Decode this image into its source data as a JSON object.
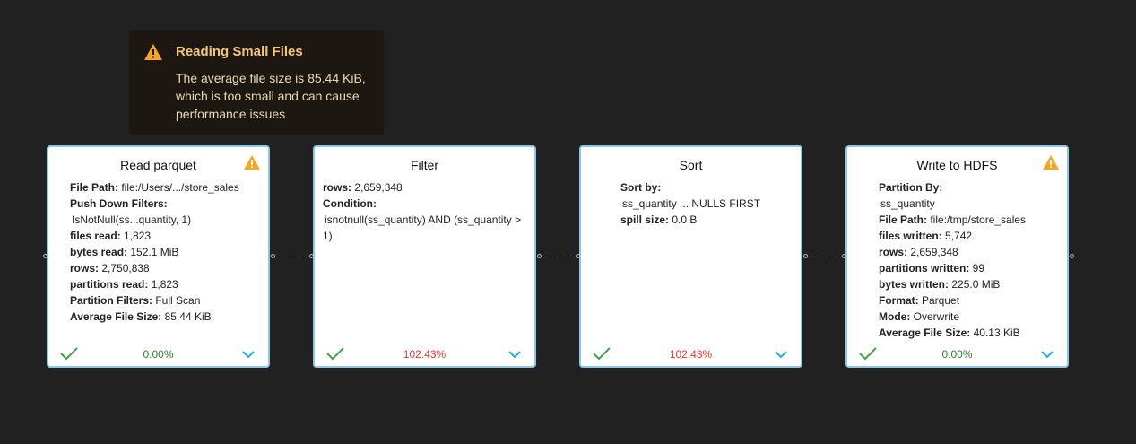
{
  "tooltip": {
    "title": "Reading Small Files",
    "body": "The average file size is 85.44 KiB, which is too small and can cause performance issues"
  },
  "nodes": [
    {
      "title": "Read parquet",
      "warning": true,
      "details": [
        {
          "label": "File Path:",
          "value": " file:/Users/.../store_sales"
        },
        {
          "label": "Push Down Filters:",
          "value": ""
        },
        {
          "label": "",
          "value": "IsNotNull(ss...quantity, 1)"
        },
        {
          "label": "files read:",
          "value": " 1,823"
        },
        {
          "label": "bytes read:",
          "value": " 152.1 MiB"
        },
        {
          "label": "rows:",
          "value": " 2,750,838"
        },
        {
          "label": "partitions read:",
          "value": " 1,823"
        },
        {
          "label": "Partition Filters:",
          "value": " Full Scan"
        },
        {
          "label": "Average File Size:",
          "value": " 85.44 KiB"
        }
      ],
      "percent": "0.00%",
      "status": "ok"
    },
    {
      "title": "Filter",
      "warning": false,
      "details": [
        {
          "label": "rows:",
          "value": " 2,659,348"
        },
        {
          "label": "Condition:",
          "value": ""
        },
        {
          "label": "",
          "value": "isnotnull(ss_quantity) AND (ss_quantity > 1)",
          "wrap": true
        }
      ],
      "percent": "102.43%",
      "status": "bad"
    },
    {
      "title": "Sort",
      "warning": false,
      "details": [
        {
          "label": "Sort by:",
          "value": ""
        },
        {
          "label": "",
          "value": "ss_quantity ... NULLS FIRST"
        },
        {
          "label": "spill size:",
          "value": " 0.0 B"
        }
      ],
      "percent": "102.43%",
      "status": "bad"
    },
    {
      "title": "Write to HDFS",
      "warning": true,
      "details": [
        {
          "label": "Partition By:",
          "value": ""
        },
        {
          "label": "",
          "value": "ss_quantity"
        },
        {
          "label": "File Path:",
          "value": " file:/tmp/store_sales"
        },
        {
          "label": "files written:",
          "value": " 5,742"
        },
        {
          "label": "rows:",
          "value": " 2,659,348"
        },
        {
          "label": "partitions written:",
          "value": " 99"
        },
        {
          "label": "bytes written:",
          "value": " 225.0 MiB"
        },
        {
          "label": "Format:",
          "value": " Parquet"
        },
        {
          "label": "Mode:",
          "value": " Overwrite"
        },
        {
          "label": "Average File Size:",
          "value": " 40.13 KiB"
        }
      ],
      "percent": "0.00%",
      "status": "ok"
    }
  ],
  "colors": {
    "background": "#212121",
    "node_border": "#8ec7e3",
    "warning": "#f5a623",
    "ok": "#2e7d32",
    "bad": "#e53935",
    "chevron": "#29a9e0"
  },
  "icons": {
    "warning": "warning-triangle-icon",
    "check": "check-icon",
    "expand": "chevron-down-icon"
  }
}
